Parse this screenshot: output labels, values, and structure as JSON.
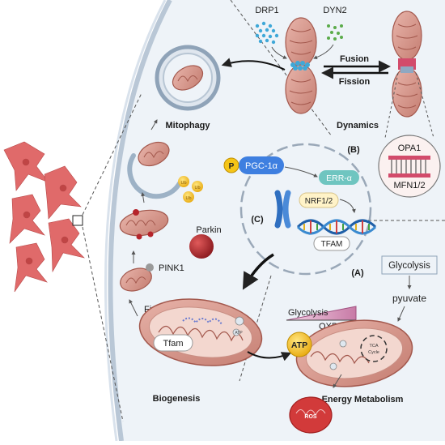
{
  "sections": {
    "mitophagy": "Mitophagy",
    "dynamics": "Dynamics",
    "biogenesis": "Biogenesis",
    "energy_metabolism": "Energy Metabolism"
  },
  "dynamics": {
    "drp1": "DRP1",
    "dyn2": "DYN2",
    "fusion": "Fusion",
    "fission": "Fission",
    "opa1": "OPA1",
    "mfn": "MFN1/2"
  },
  "mitophagy": {
    "ub": "Ub",
    "parkin": "Parkin",
    "pink1": "PINK1",
    "fission": "Fission"
  },
  "nucleus": {
    "label_b": "(B)",
    "label_c": "(C)",
    "label_a": "(A)",
    "p": "P",
    "pgc": "PGC-1α",
    "err": "ERR-α",
    "nrf": "NRF1/2",
    "tfam": "TFAM"
  },
  "biogenesis": {
    "tfam": "Tfam",
    "atp": "ATP"
  },
  "metabolism": {
    "glycolysis_box": "Glycolysis",
    "pyuvate": "pyuvate",
    "glycolysis": "Glycolysis",
    "oxphos": "OXPHOS",
    "atp": "ATP",
    "tca": "TCA Cycle",
    "ros": "ROS"
  },
  "colors": {
    "cell_bg": "#eef3f8",
    "mito_outer": "#c98f84",
    "mito_inner": "#f3d7cf",
    "cristae": "#a3584d",
    "pgc_box": "#3e7fe0",
    "err_box": "#6fc5c0",
    "nrf_box": "#fff3c8",
    "atp": "#f5c518",
    "parkin": "#b5242b",
    "ros": "#d23a3a",
    "neuron": "#e06a6a",
    "fusion_band": "#d24b6b",
    "drp1_dots": "#3fa8d8",
    "dyn2_dots": "#5bab4a"
  }
}
